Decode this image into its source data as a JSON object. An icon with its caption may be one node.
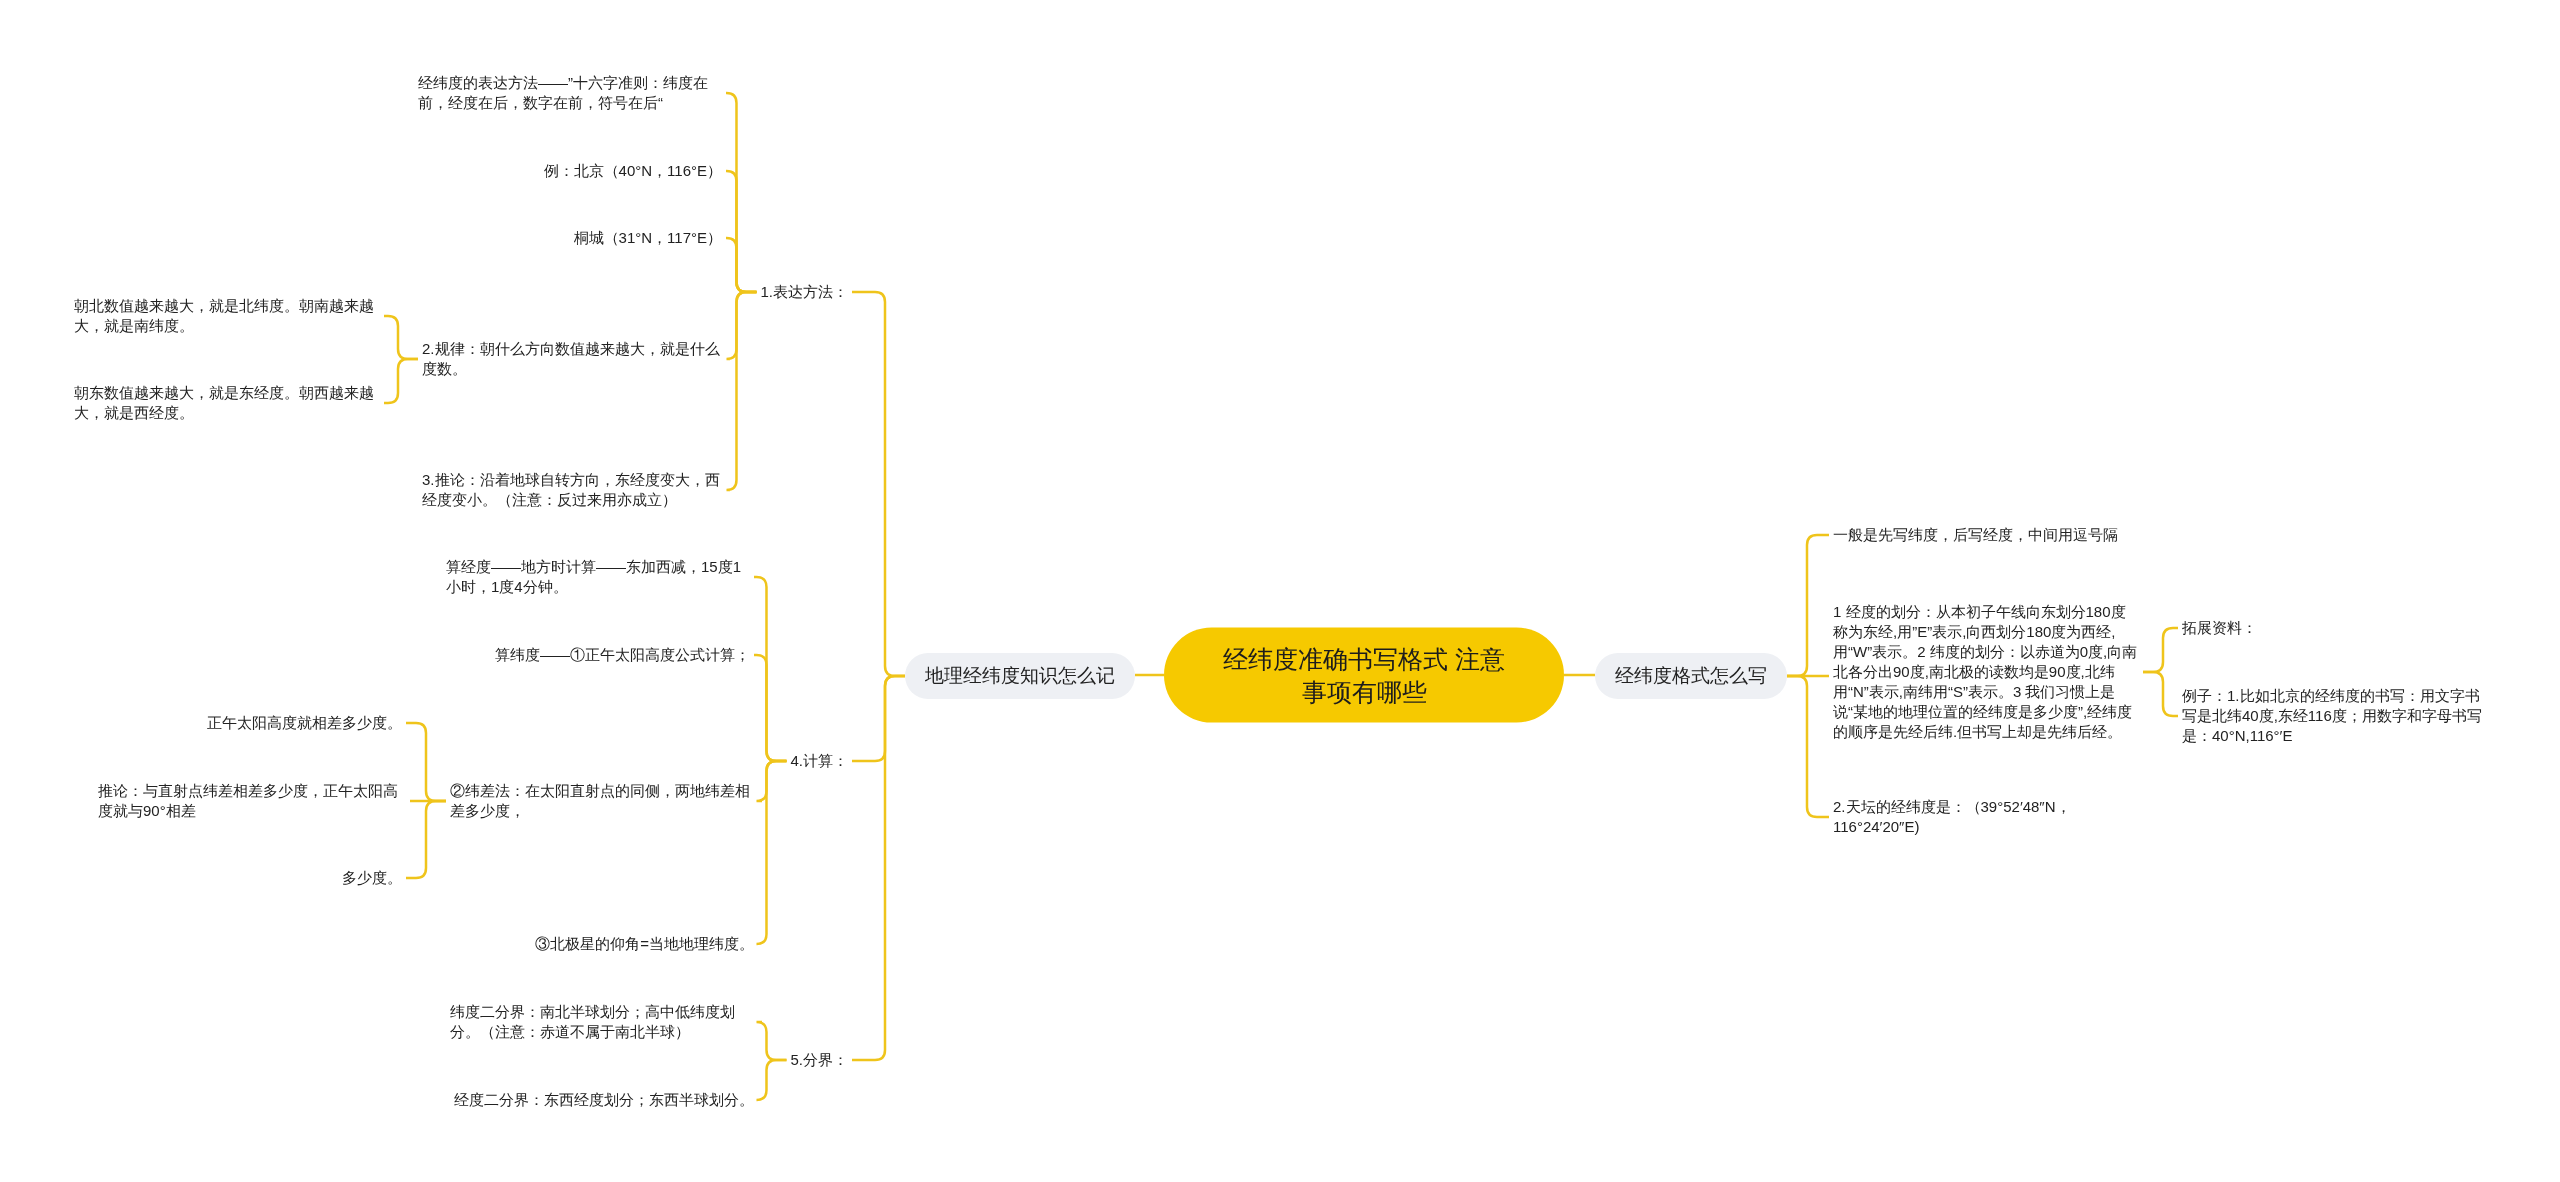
{
  "diagram": {
    "nodes": [
      {
        "text": [
          "经纬度准确书写格式 注意事项有哪些"
        ]
      },
      {
        "text": [
          "地理经纬度知识怎么记"
        ]
      },
      {
        "text": [
          "1.表达方法："
        ]
      },
      {
        "text": [
          "经纬度的表达方法——”十六字准则：纬度在前，经度在后，数字在前，符号在后“"
        ]
      },
      {
        "text": [
          "例：北京（40°N，116°E）"
        ]
      },
      {
        "text": [
          "桐城（31°N，117°E）"
        ]
      },
      {
        "text": [
          "2.规律：朝什么方向数值越来越大，就是什么度数。"
        ]
      },
      {
        "text": [
          "朝北数值越来越大，就是北纬度。朝南越来越大，就是南纬度。"
        ]
      },
      {
        "text": [
          "朝东数值越来越大，就是东经度。朝西越来越大，就是西经度。"
        ]
      },
      {
        "text": [
          "3.推论：沿着地球自转方向，东经度变大，西经度变小。（注意：反过来用亦成立）"
        ]
      },
      {
        "text": [
          "4.计算："
        ]
      },
      {
        "text": [
          "算经度——地方时计算——东加西减，15度1小时，1度4分钟。"
        ]
      },
      {
        "text": [
          "算纬度——①正午太阳高度公式计算；"
        ]
      },
      {
        "text": [
          "②纬差法：在太阳直射点的同侧，两地纬差相差多少度，"
        ]
      },
      {
        "text": [
          "正午太阳高度就相差多少度。"
        ]
      },
      {
        "text": [
          "推论：与直射点纬差相差多少度，正午太阳高度就与90°相差"
        ]
      },
      {
        "text": [
          "多少度。"
        ]
      },
      {
        "text": [
          "③北极星的仰角=当地地理纬度。"
        ]
      },
      {
        "text": [
          "5.分界："
        ]
      },
      {
        "text": [
          "纬度二分界：南北半球划分；高中低纬度划分。（注意：赤道不属于南北半球）"
        ]
      },
      {
        "text": [
          "经度二分界：东西经度划分；东西半球划分。"
        ]
      },
      {
        "text": [
          "经纬度格式怎么写"
        ]
      },
      {
        "text": [
          "一般是先写纬度，后写经度，中间用逗号隔"
        ]
      },
      {
        "text": [
          "1 经度的划分：从本初子午线向东划分180度称为东经,用”E”表示,向西划分180度为西经,用“W”表示。2 纬度的划分：以赤道为0度,向南北各分出90度,南北极的读数均是90度,北纬用“N”表示,南纬用“S”表示。3 我们习惯上是说“某地的地理位置的经纬度是多少度”,经纬度的顺序是先经后纬.但书写上却是先纬后经。"
        ]
      },
      {
        "text": [
          "拓展资料："
        ]
      },
      {
        "text": [
          "例子：1.比如北京的经纬度的书写：用文字书写是北纬40度,东经116度；用数字和字母书写是：40°N,116°′E"
        ]
      },
      {
        "text": [
          "2.天坛的经纬度是：（39°52′48″N，116°24′20″E)"
        ]
      }
    ],
    "edges": [
      {
        "from": 0,
        "to": 1,
        "arrow": "none"
      },
      {
        "from": 1,
        "to": 2,
        "arrow": "none"
      },
      {
        "from": 2,
        "to": 3,
        "arrow": "none"
      },
      {
        "from": 2,
        "to": 4,
        "arrow": "none"
      },
      {
        "from": 2,
        "to": 5,
        "arrow": "none"
      },
      {
        "from": 2,
        "to": 6,
        "arrow": "none"
      },
      {
        "from": 6,
        "to": 7,
        "arrow": "none"
      },
      {
        "from": 6,
        "to": 8,
        "arrow": "none"
      },
      {
        "from": 2,
        "to": 9,
        "arrow": "none"
      },
      {
        "from": 1,
        "to": 10,
        "arrow": "none"
      },
      {
        "from": 10,
        "to": 11,
        "arrow": "none"
      },
      {
        "from": 10,
        "to": 12,
        "arrow": "none"
      },
      {
        "from": 10,
        "to": 13,
        "arrow": "none"
      },
      {
        "from": 13,
        "to": 14,
        "arrow": "none"
      },
      {
        "from": 13,
        "to": 15,
        "arrow": "none"
      },
      {
        "from": 13,
        "to": 16,
        "arrow": "none"
      },
      {
        "from": 10,
        "to": 17,
        "arrow": "none"
      },
      {
        "from": 1,
        "to": 18,
        "arrow": "none"
      },
      {
        "from": 18,
        "to": 19,
        "arrow": "none"
      },
      {
        "from": 18,
        "to": 20,
        "arrow": "none"
      },
      {
        "from": 0,
        "to": 21,
        "arrow": "none"
      },
      {
        "from": 21,
        "to": 22,
        "arrow": "none"
      },
      {
        "from": 21,
        "to": 23,
        "arrow": "none"
      },
      {
        "from": 23,
        "to": 24,
        "arrow": "none"
      },
      {
        "from": 23,
        "to": 25,
        "arrow": "none"
      },
      {
        "from": 21,
        "to": 26,
        "arrow": "none"
      }
    ]
  }
}
